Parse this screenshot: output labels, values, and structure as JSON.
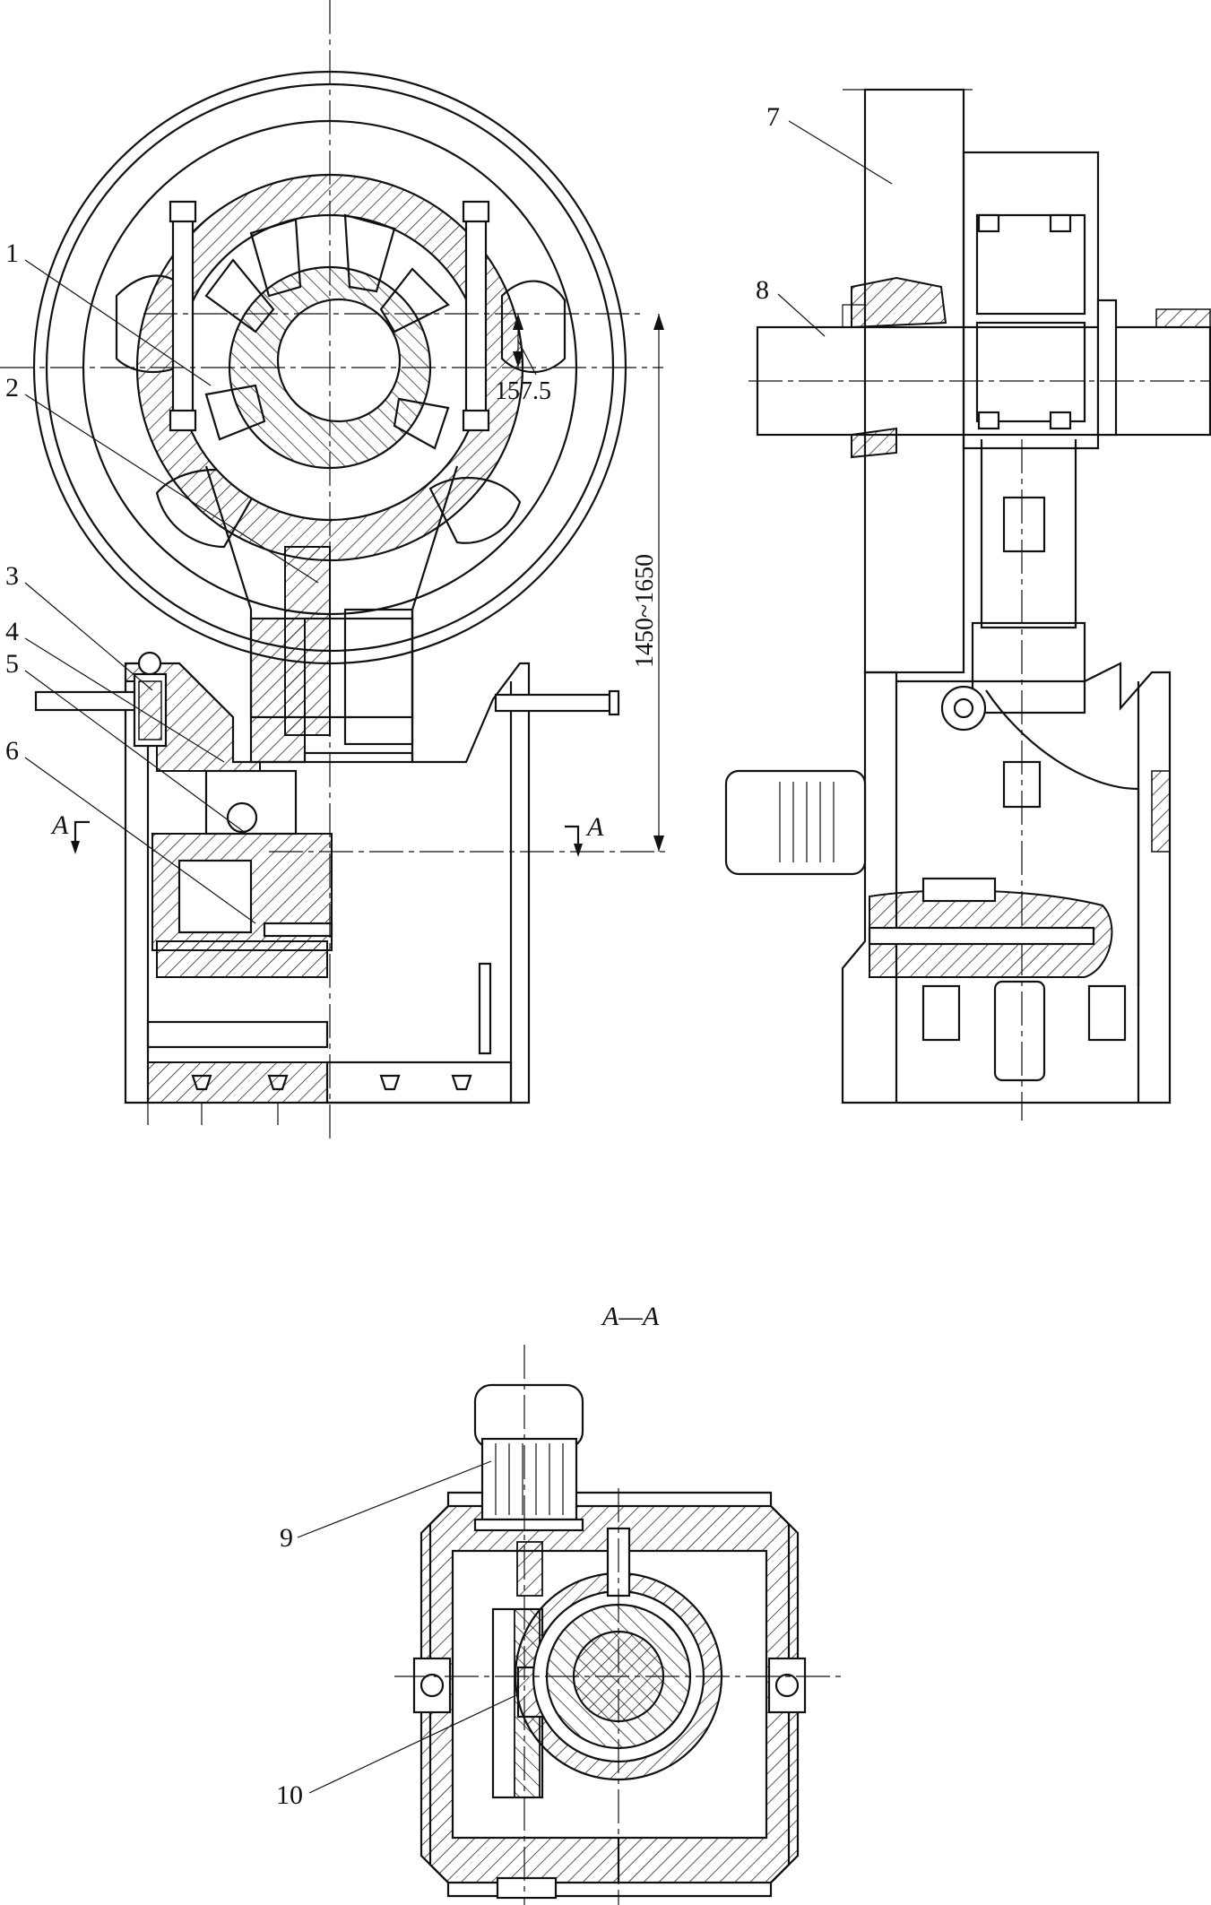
{
  "labels": {
    "l1": "1",
    "l2": "2",
    "l3": "3",
    "l4": "4",
    "l5": "5",
    "l6": "6",
    "l7": "7",
    "l8": "8",
    "l9": "9",
    "l10": "10"
  },
  "dimensions": {
    "offset": "157.5",
    "height_range": "1450~1650"
  },
  "section": {
    "cut_mark_left": "A",
    "cut_mark_right": "A",
    "view_title": "A—A"
  }
}
